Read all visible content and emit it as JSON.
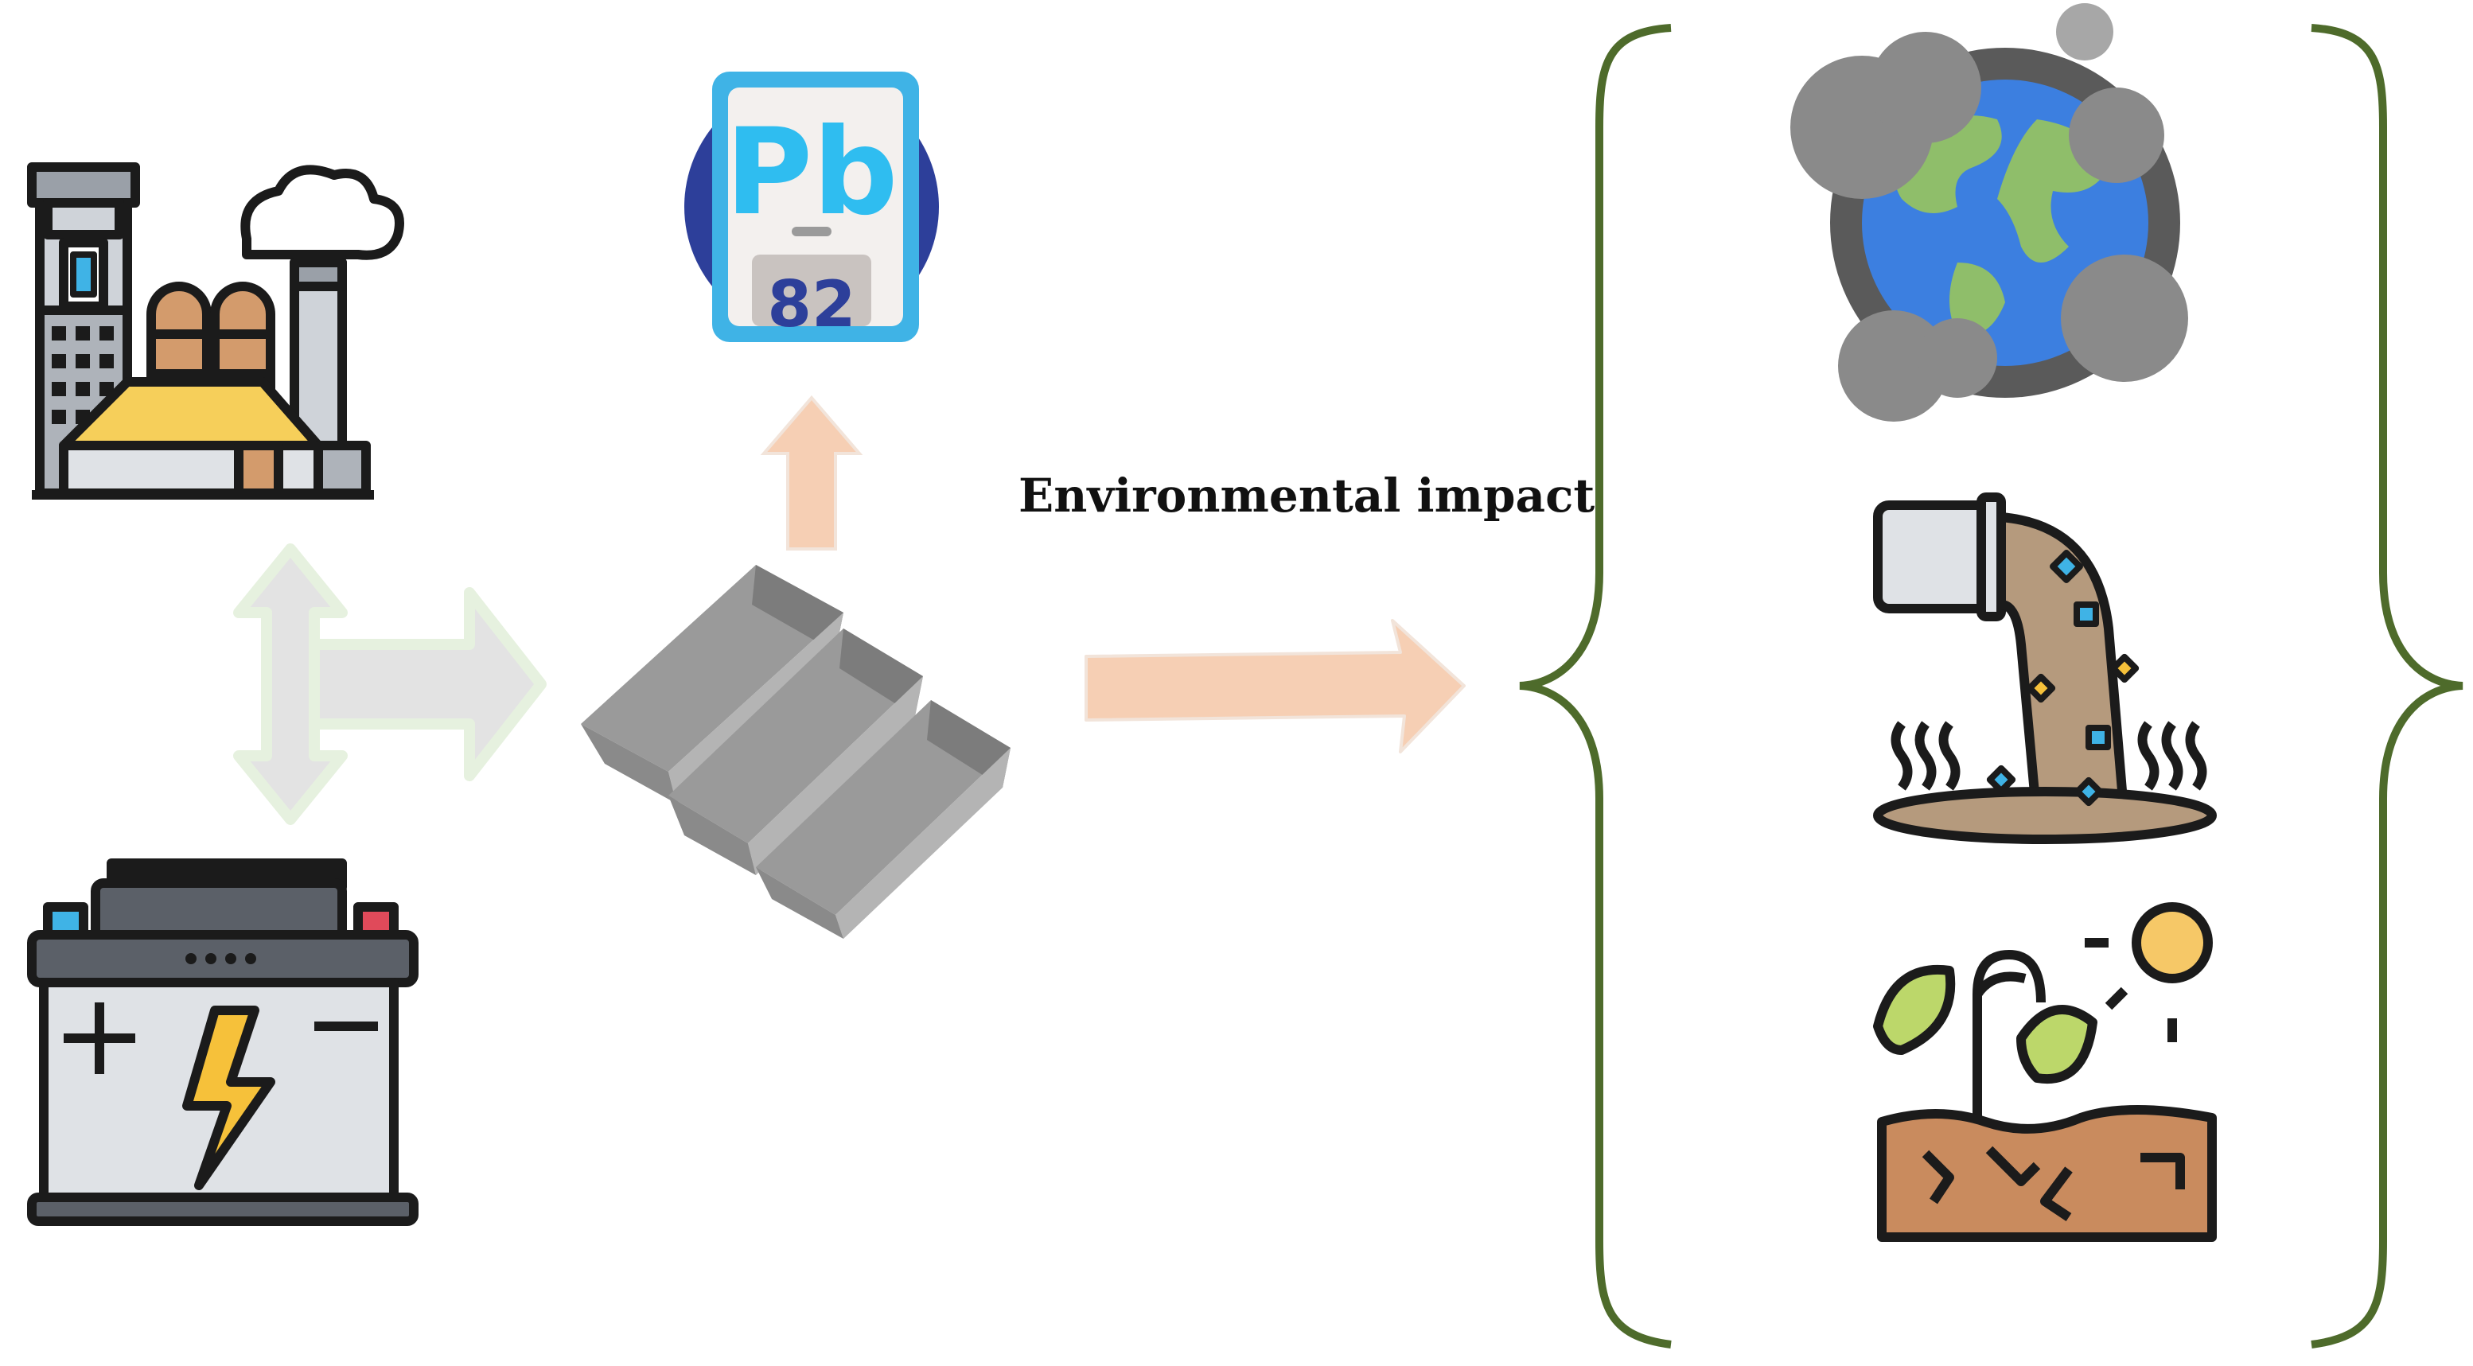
{
  "diagram": {
    "label": "Environmental impact",
    "element": {
      "symbol": "Pb",
      "number": "82"
    },
    "icons": {
      "source_top": "factory-icon",
      "source_bottom": "car-battery-icon",
      "element": "lead-element-tile-icon",
      "product": "lead-ingots-icon",
      "impact_air": "air-pollution-earth-icon",
      "impact_water": "water-pollution-pipe-icon",
      "impact_soil": "soil-degradation-plant-icon"
    },
    "colors": {
      "arrow_peach": "#f6cfb4",
      "arrow_grey": "#e3e3e3",
      "arrow_outline": "#e6f1df",
      "brace": "#4e6b2b",
      "text": "#111111"
    }
  }
}
